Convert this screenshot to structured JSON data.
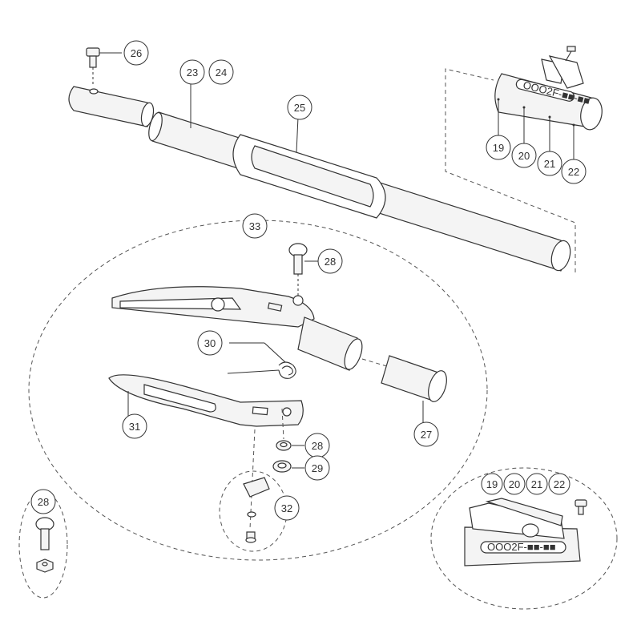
{
  "callouts": {
    "c26": "26",
    "c23": "23",
    "c24": "24",
    "c25": "25",
    "c19a": "19",
    "c20a": "20",
    "c21a": "21",
    "c22a": "22",
    "c33": "33",
    "c28a": "28",
    "c30": "30",
    "c31": "31",
    "c27": "27",
    "c28b": "28",
    "c29": "29",
    "c32": "32",
    "c28c": "28",
    "c19b": "19",
    "c20b": "20",
    "c21b": "21",
    "c22b": "22"
  },
  "labels": {
    "scale_top": "OOO2F-■■-■■",
    "scale_bottom": "OOO2F-■■-■■"
  },
  "colors": {
    "line": "#333333",
    "fill": "#f4f4f4",
    "background": "#ffffff"
  }
}
